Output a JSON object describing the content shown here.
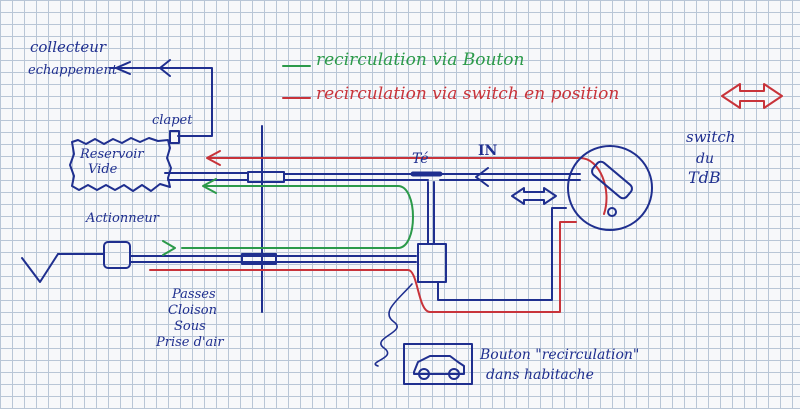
{
  "labels": {
    "collecteur": "collecteur",
    "echappement": "echappement",
    "clapet": "clapet",
    "reservoir": "Reservoir",
    "vide": "Vide",
    "te": "Té",
    "in": "IN",
    "switch": "switch",
    "du": "du",
    "tdb": "TdB",
    "actionneur": "Actionneur",
    "passes": "Passes",
    "cloison": "Cloison",
    "sous": "Sous",
    "prise_air": "Prise d'air",
    "bouton_line1": "Bouton \"recirculation\"",
    "bouton_line2": "dans habitache"
  },
  "legend": {
    "green": "recirculation via Bouton",
    "red": "recirculation via switch en position"
  },
  "colors": {
    "ink": "#1f2f8f",
    "green": "#2c9a4a",
    "red": "#c8333a",
    "grid": "#b9c6d6"
  },
  "icons": {
    "double_arrow": "double-arrow-icon",
    "car": "car-icon"
  }
}
